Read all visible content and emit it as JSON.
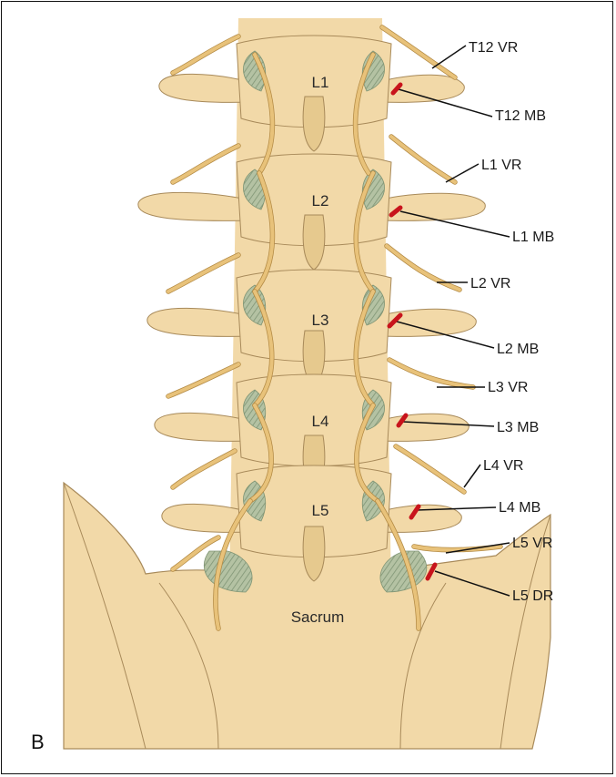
{
  "figure": {
    "panel_letter": "B",
    "vertebrae": [
      "L1",
      "L2",
      "L3",
      "L4",
      "L5"
    ],
    "sacrum_label": "Sacrum",
    "annotations": [
      "T12 VR",
      "T12 MB",
      "L1 VR",
      "L1 MB",
      "L2 VR",
      "L2 MB",
      "L3 VR",
      "L3 MB",
      "L4 VR",
      "L4 MB",
      "L5 VR",
      "L5 DR"
    ]
  },
  "colors": {
    "bone": "#f2d9a8",
    "bone_outline": "#a88a5a",
    "bone_shadow": "#e6c98e",
    "nerve": "#e8c27a",
    "nerve_outline": "#b38a44",
    "joint": "#9fb392",
    "highlight": "#c8141c"
  }
}
